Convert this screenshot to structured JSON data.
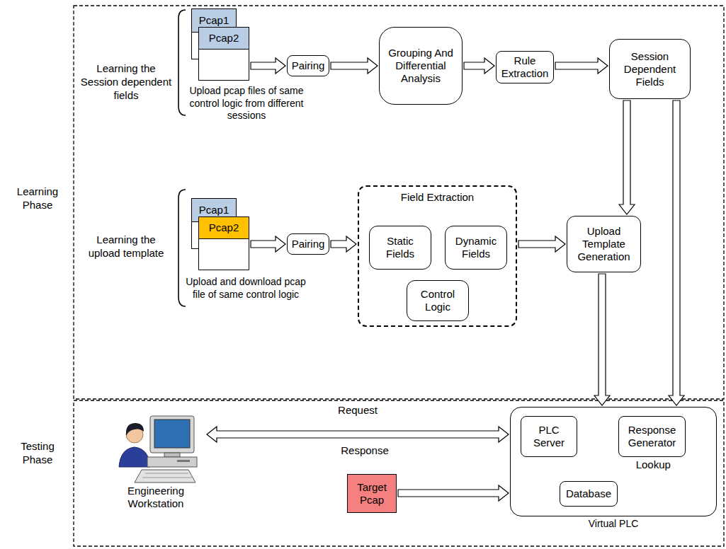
{
  "diagram": {
    "nodes": [
      {
        "text": [
          "Pcap1"
        ]
      },
      {
        "text": [
          "Pcap2"
        ]
      },
      {
        "text": [
          "Pairing"
        ]
      },
      {
        "text": [
          "Grouping And Differential Analysis"
        ]
      },
      {
        "text": [
          "Rule Extraction"
        ]
      },
      {
        "text": [
          "Session Dependent Fields"
        ]
      },
      {
        "text": [
          "Pcap1"
        ]
      },
      {
        "text": [
          "Pcap2"
        ]
      },
      {
        "text": [
          "Pairing"
        ]
      },
      {
        "text": [
          "Field Extraction"
        ]
      },
      {
        "text": [
          "Static Fields"
        ],
        "in": 9
      },
      {
        "text": [
          "Dynamic Fields"
        ],
        "in": 9
      },
      {
        "text": [
          "Control Logic"
        ],
        "in": 9
      },
      {
        "text": [
          "Upload Template Generation"
        ]
      },
      {
        "text": [
          "Engineering Workstation"
        ]
      },
      {
        "text": [
          "Virtual PLC"
        ]
      },
      {
        "text": [
          "PLC Server"
        ],
        "in": 15
      },
      {
        "text": [
          "Response Generator"
        ],
        "in": 15
      },
      {
        "text": [
          "Database"
        ],
        "in": 15
      },
      {
        "text": [
          "Target Pcap"
        ]
      }
    ],
    "edges": [
      {
        "from": 1,
        "to": 2,
        "arrow": "to"
      },
      {
        "from": 2,
        "to": 3,
        "arrow": "to"
      },
      {
        "from": 3,
        "to": 4,
        "arrow": "to"
      },
      {
        "from": 4,
        "to": 5,
        "arrow": "to"
      },
      {
        "from": 5,
        "to": 13,
        "arrow": "to"
      },
      {
        "from": 5,
        "to": 15,
        "arrow": "to"
      },
      {
        "from": 7,
        "to": 8,
        "arrow": "to"
      },
      {
        "from": 8,
        "to": 9,
        "arrow": "to"
      },
      {
        "from": 9,
        "to": 13,
        "arrow": "to"
      },
      {
        "from": 13,
        "to": 15,
        "arrow": "to"
      },
      {
        "from": 14,
        "to": 15,
        "label": "Request",
        "arrow": "both"
      },
      {
        "from": 19,
        "to": 15,
        "arrow": "to"
      },
      {
        "from": 16,
        "to": 17,
        "arrow": "both"
      },
      {
        "from": 17,
        "to": 18,
        "label": "Lookup",
        "arrow": "both"
      }
    ],
    "labels": [
      "Learning Phase",
      "Learning the Session dependent fields",
      "Upload pcap files of same control logic from different sessions",
      "Learning the upload template",
      "Upload and download pcap file of same control logic",
      "Testing Phase",
      "Response"
    ]
  }
}
